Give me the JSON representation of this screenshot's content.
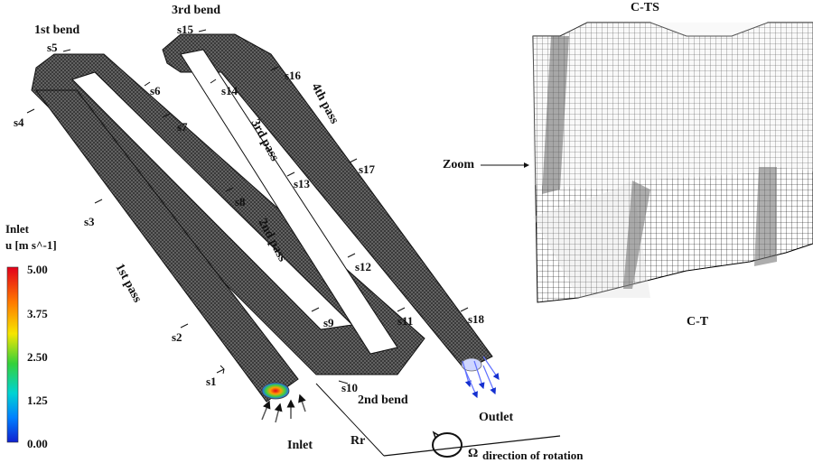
{
  "labels": {
    "bend1": "1st bend",
    "bend2": "2nd bend",
    "bend3": "3rd bend",
    "pass1": "1st pass",
    "pass2": "2nd pass",
    "pass3": "3rd pass",
    "pass4": "4th pass",
    "inlet": "Inlet",
    "outlet": "Outlet",
    "zoom": "Zoom",
    "cts": "C-TS",
    "ct": "C-T",
    "radius": "Rr",
    "omega": "Ω",
    "rotation": "direction of rotation"
  },
  "stations": [
    "s1",
    "s2",
    "s3",
    "s4",
    "s5",
    "s6",
    "s7",
    "s8",
    "s9",
    "s10",
    "s11",
    "s12",
    "s13",
    "s14",
    "s15",
    "s16",
    "s17",
    "s18"
  ],
  "colorbar": {
    "title": "Inlet",
    "unit": "u [m s^-1]",
    "ticks": [
      "5.00",
      "3.75",
      "2.50",
      "1.25",
      "0.00"
    ]
  }
}
